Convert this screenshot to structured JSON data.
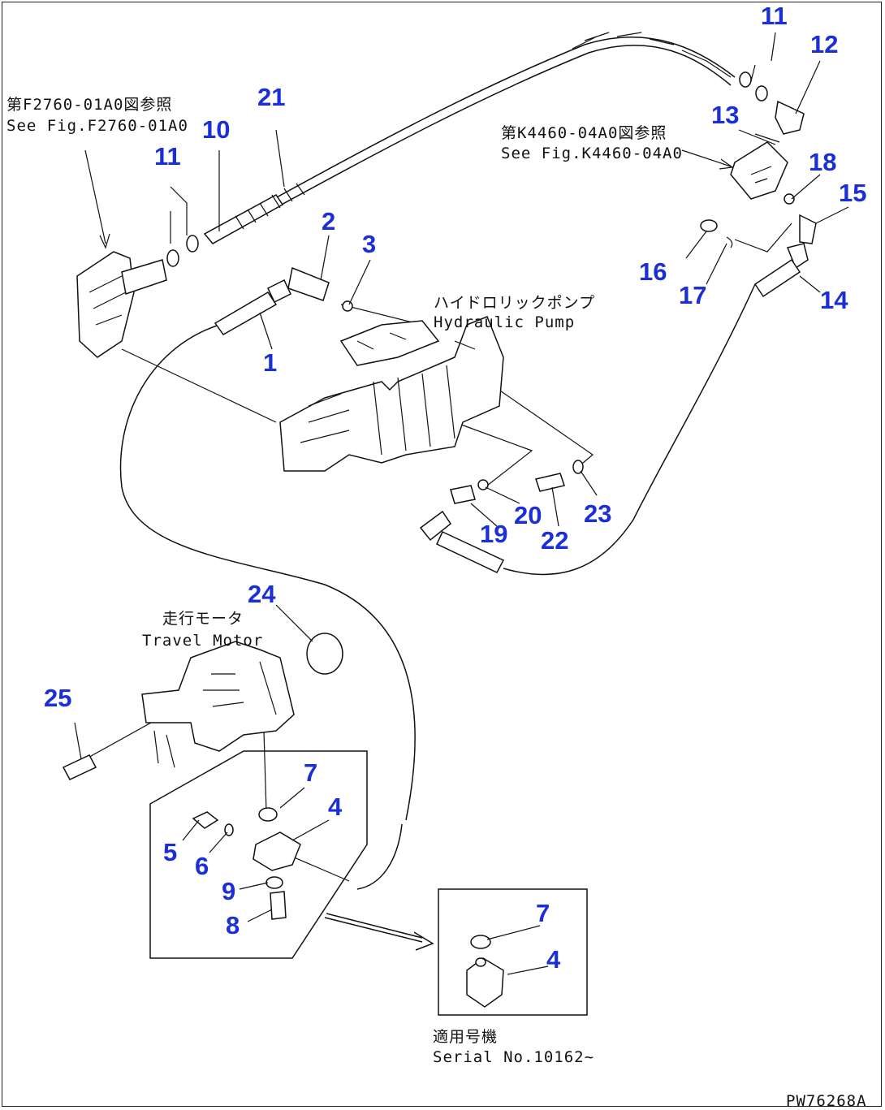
{
  "callouts": [
    {
      "id": "c1",
      "text": "1"
    },
    {
      "id": "c2",
      "text": "2"
    },
    {
      "id": "c3",
      "text": "3"
    },
    {
      "id": "c4",
      "text": "4"
    },
    {
      "id": "c4b",
      "text": "4"
    },
    {
      "id": "c5",
      "text": "5"
    },
    {
      "id": "c6",
      "text": "6"
    },
    {
      "id": "c7",
      "text": "7"
    },
    {
      "id": "c7b",
      "text": "7"
    },
    {
      "id": "c8",
      "text": "8"
    },
    {
      "id": "c9",
      "text": "9"
    },
    {
      "id": "c10",
      "text": "10"
    },
    {
      "id": "c11",
      "text": "11"
    },
    {
      "id": "c11b",
      "text": "11"
    },
    {
      "id": "c12",
      "text": "12"
    },
    {
      "id": "c13",
      "text": "13"
    },
    {
      "id": "c14",
      "text": "14"
    },
    {
      "id": "c15",
      "text": "15"
    },
    {
      "id": "c16",
      "text": "16"
    },
    {
      "id": "c17",
      "text": "17"
    },
    {
      "id": "c18",
      "text": "18"
    },
    {
      "id": "c19",
      "text": "19"
    },
    {
      "id": "c20",
      "text": "20"
    },
    {
      "id": "c21",
      "text": "21"
    },
    {
      "id": "c22",
      "text": "22"
    },
    {
      "id": "c23",
      "text": "23"
    },
    {
      "id": "c24",
      "text": "24"
    },
    {
      "id": "c25",
      "text": "25"
    }
  ],
  "notes": {
    "ref_f2760_jp": "第F2760-01A0図参照",
    "ref_f2760_en": "See Fig.F2760-01A0",
    "ref_k4460_jp": "第K4460-04A0図参照",
    "ref_k4460_en": "See Fig.K4460-04A0",
    "pump_jp": "ハイドロリックポンプ",
    "pump_en": "Hydraulic Pump",
    "motor_jp": "走行モータ",
    "motor_en": "Travel Motor",
    "serial_jp": "適用号機",
    "serial_en": "Serial No.10162~",
    "drawing_code": "PW76268A"
  },
  "colors": {
    "callout": "#1b2fd6",
    "line": "#111111",
    "background": "#ffffff"
  }
}
